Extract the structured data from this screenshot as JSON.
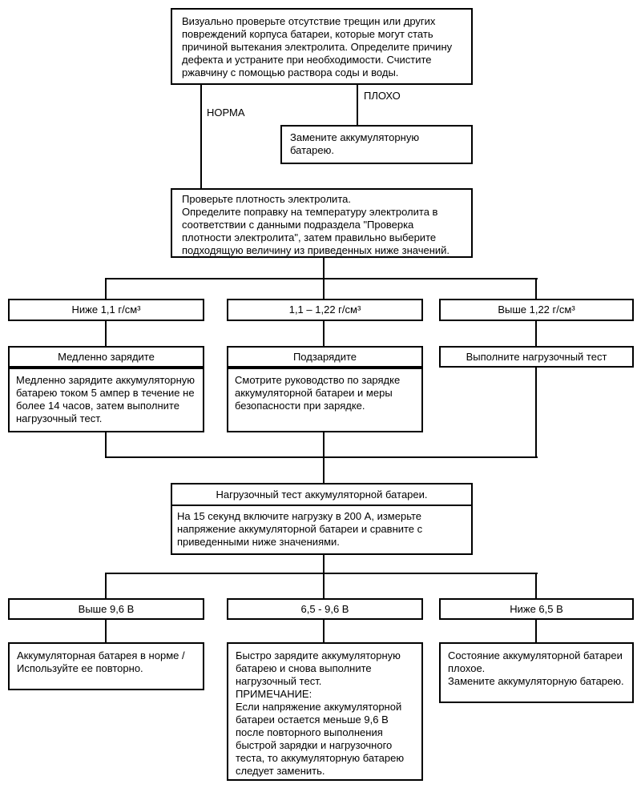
{
  "top_box": {
    "text": "Визуально проверьте отсутствие трещин или других повреждений корпуса батареи, которые могут стать причиной вытекания электролита. Определите причину дефекта и устраните при необходимости. Счистите ржавчину с помощью раствора соды и воды."
  },
  "branch_labels": {
    "norma": "НОРМА",
    "ploho": "ПЛОХО"
  },
  "replace_box": {
    "text": "Замените аккумуляторную батарею."
  },
  "density_box": {
    "text": "Проверьте плотность электролита.\nОпределите поправку на температуру электролита в соответствии с данными подраздела \"Проверка плотности электролита\", затем правильно выберите подходящую величину из приведенных ниже значений."
  },
  "density_branches": [
    {
      "condition": "Ниже 1,1 г/см³",
      "action": "Медленно зарядите",
      "detail": "Медленно зарядите аккумуляторную батарею током 5 ампер в течение не более 14 часов, затем выполните нагрузочный тест."
    },
    {
      "condition": "1,1 – 1,22 г/см³",
      "action": "Подзарядите",
      "detail": "Смотрите руководство по зарядке аккумуляторной батареи и меры безопасности при зарядке."
    },
    {
      "condition": "Выше 1,22 г/см³",
      "action": "Выполните нагрузочный тест",
      "detail": ""
    }
  ],
  "load_test_box": {
    "title": "Нагрузочный тест аккумуляторной батареи.",
    "body": "На 15 секунд включите нагрузку в 200 А, измерьте напряжение аккумуляторной батареи и сравните с приведенными ниже значениями."
  },
  "voltage_branches": [
    {
      "condition": "Выше 9,6 В",
      "result": "Аккумуляторная батарея в норме /\nИспользуйте ее повторно."
    },
    {
      "condition": "6,5 - 9,6 В",
      "result": "Быстро зарядите аккумуляторную батарею и снова выполните нагрузочный тест.",
      "note_label": "ПРИМЕЧАНИЕ:",
      "note": "Если напряжение аккумуляторной батареи остается меньше 9,6 В после повторного выполнения быстрой зарядки и нагрузочного теста, то аккумуляторную батарею следует заменить."
    },
    {
      "condition": "Ниже 6,5 В",
      "result": "Состояние аккумуляторной батареи плохое.\nЗамените аккумуляторную батарею."
    }
  ],
  "colors": {
    "line": "#000000",
    "border": "#000000",
    "background": "#ffffff"
  }
}
